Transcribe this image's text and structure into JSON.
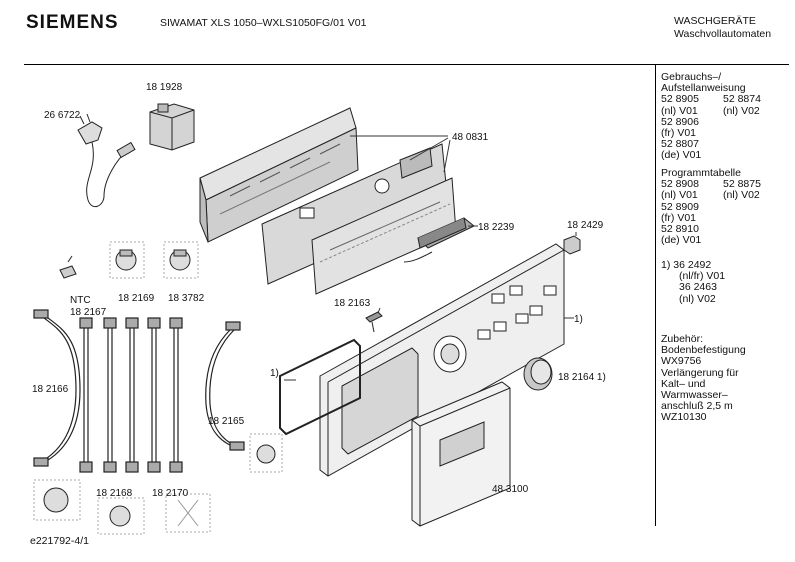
{
  "header": {
    "brand": "SIEMENS",
    "model": "SIWAMAT XLS 1050–WXLS1050FG/01 V01",
    "category": "WASCHGERÄTE",
    "subcategory": "Waschvollautomaten"
  },
  "footer": {
    "doc_id": "e221792-4/1"
  },
  "side": {
    "manual_title_1": "Gebrauchs–/",
    "manual_title_2": "Aufstellanweisung",
    "m1a": "52 8905",
    "m1b": "52 8874",
    "m2a": "(nl) V01",
    "m2b": "(nl) V02",
    "m3": "52 8906",
    "m4": "(fr) V01",
    "m5": "52 8807",
    "m6": "(de) V01",
    "prog_title": "Programmtabelle",
    "p1a": "52 8908",
    "p1b": "52 8875",
    "p2a": "(nl) V01",
    "p2b": "(nl) V02",
    "p3": "52 8909",
    "p4": "(fr)  V01",
    "p5": "52 8910",
    "p6": "(de) V01",
    "n1": "1) 36 2492",
    "n2": "(nl/fr) V01",
    "n3": "36 2463",
    "n4": "(nl) V02",
    "a1": "Zubehör:",
    "a2": "Bodenbefestigung",
    "a3": "WX9756",
    "a4": "Verlängerung für",
    "a5": "Kalt– und",
    "a6": "Warmwasser–",
    "a7": "anschluß 2,5 m",
    "a8": "WZ10130"
  },
  "labels": {
    "l266722": "26 6722",
    "l181928": "18 1928",
    "l480831": "48 0831",
    "l182239": "18 2239",
    "l182429": "18 2429",
    "lntc": "NTC",
    "l182167": "18 2167",
    "l182169": "18 2169",
    "l183782": "18 3782",
    "l182163": "18 2163",
    "l1a": "1)",
    "l1b": "1)",
    "l182166": "18 2166",
    "l182165": "18 2165",
    "l182164": "18 2164 1)",
    "l182168": "18 2168",
    "l182170": "18 2170",
    "l483100": "48 3100"
  }
}
